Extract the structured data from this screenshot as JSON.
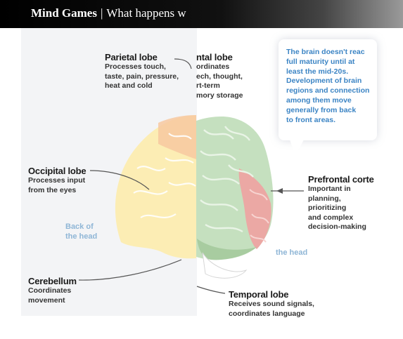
{
  "header": {
    "title_bold": "Mind Games",
    "separator": "|",
    "title_rest": "What happens w"
  },
  "labels": {
    "parietal": {
      "name": "Parietal lobe",
      "desc": "Processes touch,\ntaste, pain, pressure,\nheat and cold"
    },
    "frontal": {
      "name": "ntal lobe",
      "desc": "ordinates\nech, thought,\nrt-term\nmory storage"
    },
    "occipital": {
      "name": "Occipital lobe",
      "desc": "Processes input\nfrom the eyes"
    },
    "prefrontal": {
      "name": "Prefrontal corte",
      "desc": "Important in\nplanning,\nprioritizing\nand complex\ndecision-making"
    },
    "cerebellum": {
      "name": "Cerebellum",
      "desc": "Coordinates\nmovement"
    },
    "temporal": {
      "name": "Temporal lobe",
      "desc": "Receives sound signals,\ncoordinates language"
    }
  },
  "bubble": {
    "text": "The brain doesn't reac\nfull maturity until at\nleast the mid-20s.\nDevelopment of brain\nregions and connection\namong them move\ngenerally from back\nto front areas."
  },
  "directions": {
    "back": "Back of\nthe head",
    "front": "the head"
  },
  "colors": {
    "parietal": "#f5c8a0",
    "occipital": "#fdf0b0",
    "frontal": "#b9d7b3",
    "prefrontal": "#eba8a4",
    "bubble_text": "#3b84c4"
  }
}
